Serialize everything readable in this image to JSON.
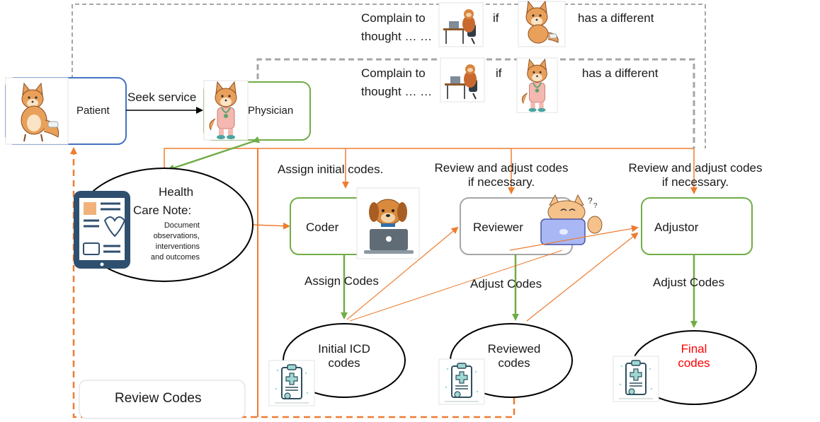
{
  "colors": {
    "blue_box": "#4472c4",
    "green": "#70ad47",
    "orange": "#ed7d31",
    "gray_box": "#a6a6a6",
    "dashed_gray": "#a6a6a6",
    "final_red": "#ff0000"
  },
  "complaints": {
    "outer": {
      "line1": "Complain to",
      "line2": "thought … …",
      "if": "if",
      "tail": "has a different"
    },
    "inner": {
      "line1": "Complain to",
      "line2": "thought … …",
      "if": "if",
      "tail": "has a different"
    }
  },
  "patient": {
    "label": "Patient",
    "icon": "fox-patient-icon"
  },
  "physician": {
    "label": "Physician",
    "icon": "fox-doctor-icon"
  },
  "seek_service": "Seek service",
  "note": {
    "title_line1": "Health",
    "title_line2": "Care Note:",
    "body_lines": [
      "Document",
      "observations,",
      "interventions",
      "and outcomes"
    ],
    "icon": "medical-tablet-icon"
  },
  "coder": {
    "label": "Coder",
    "task": "Assign initial codes.",
    "icon": "dog-laptop-icon"
  },
  "reviewer": {
    "label": "Reviewer",
    "task_line1": "Review and adjust codes",
    "task_line2": "if necessary.",
    "icon": "cat-laptop-icon"
  },
  "adjustor": {
    "label": "Adjustor",
    "task_line1": "Review and adjust codes",
    "task_line2": "if necessary.",
    "icon": "sloth-desk-icon"
  },
  "flows": {
    "assign": "Assign Codes",
    "adjust1": "Adjust Codes",
    "adjust2": "Adjust Codes"
  },
  "codes": {
    "initial": {
      "line1": "Initial ICD",
      "line2": "codes"
    },
    "reviewed": {
      "line1": "Reviewed",
      "line2": "codes"
    },
    "final": {
      "line1": "Final",
      "line2": "codes"
    }
  },
  "review_codes": "Review Codes"
}
